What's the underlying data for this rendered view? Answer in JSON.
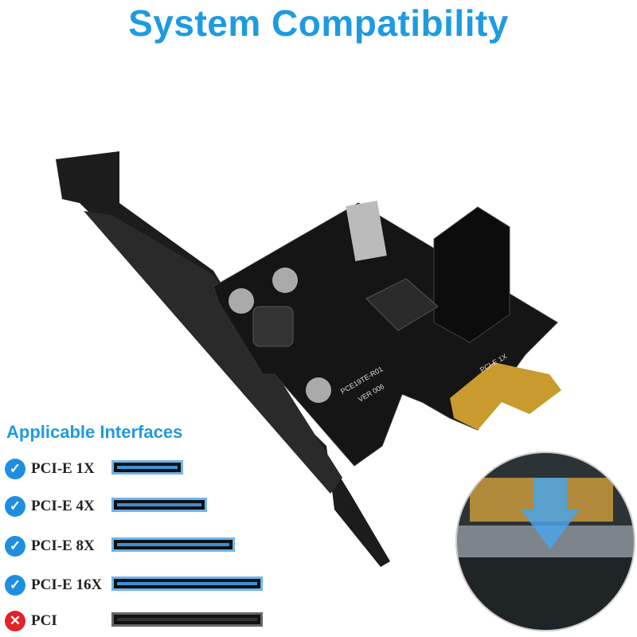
{
  "title": "System Compatibility",
  "interfaces": {
    "heading": "Applicable Interfaces",
    "items": [
      {
        "label": "PCI-E 1X",
        "supported": true,
        "icon": "check-icon"
      },
      {
        "label": "PCI-E 4X",
        "supported": true,
        "icon": "check-icon"
      },
      {
        "label": "PCI-E 8X",
        "supported": true,
        "icon": "check-icon"
      },
      {
        "label": "PCI-E 16X",
        "supported": true,
        "icon": "check-icon"
      },
      {
        "label": "PCI",
        "supported": false,
        "icon": "cross-icon"
      }
    ]
  },
  "board": {
    "model": "PCE19TE-R01",
    "version": "VER 006",
    "slot_label": "PCI-E 1X"
  },
  "colors": {
    "accent": "#1e9be0",
    "supported": "#1e8fe0",
    "unsupported": "#e0242a",
    "slot_pcie": "#3d8fd6",
    "slot_pci": "#333333"
  }
}
